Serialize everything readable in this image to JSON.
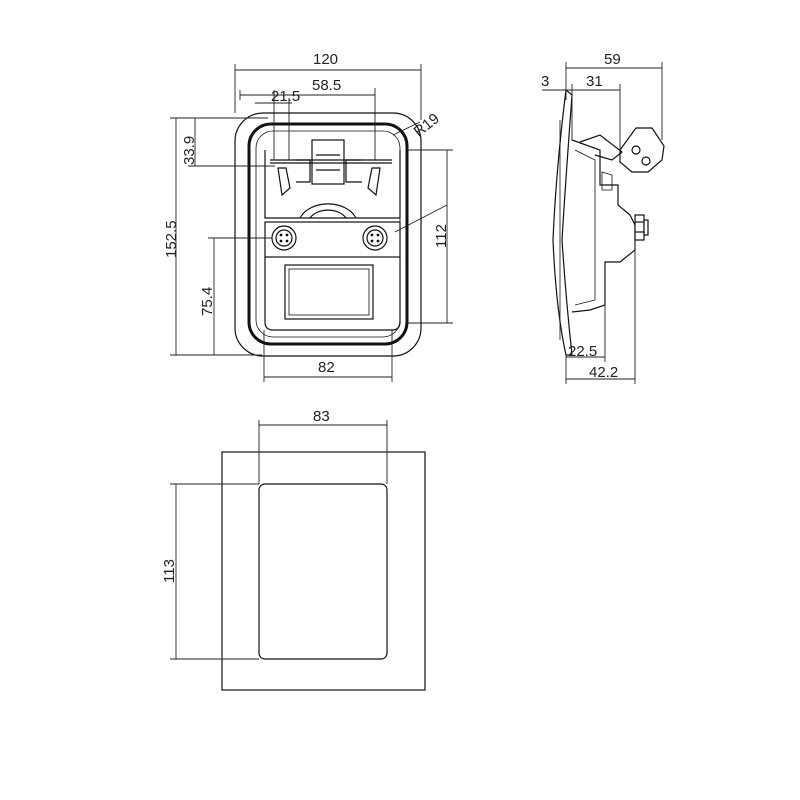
{
  "front_view": {
    "width_overall": "120",
    "offset_small": "21.5",
    "offset_hinge": "58.5",
    "radius": "R19",
    "height_top": "33.9",
    "height_overall": "152.5",
    "hole_spacing": "112",
    "height_lower": "75.4",
    "width_cutout": "82"
  },
  "side_view": {
    "depth_overall": "59",
    "flange_thickness": "3",
    "handle_depth": "31",
    "body_depth": "22.5",
    "depth_to_stud": "42.2"
  },
  "cutout_view": {
    "width": "83",
    "height": "113"
  }
}
